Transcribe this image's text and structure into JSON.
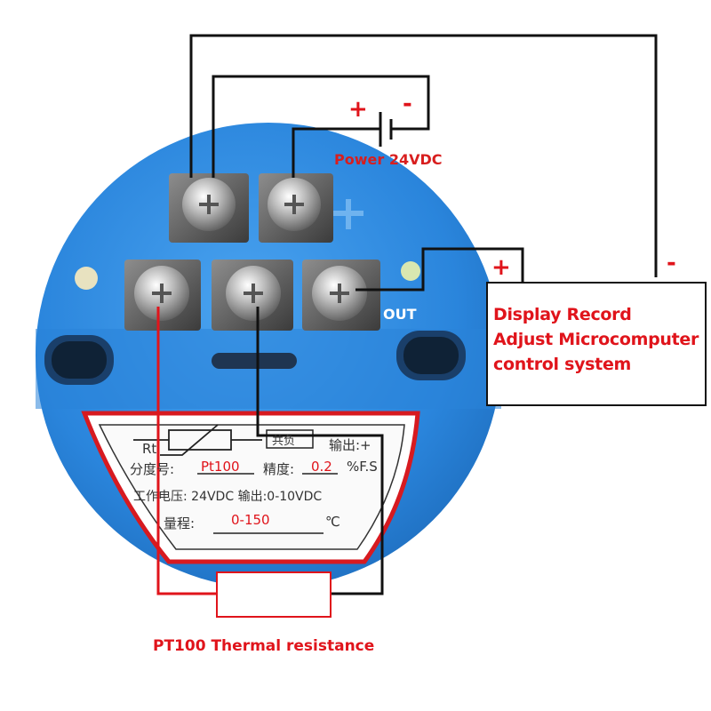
{
  "power_label": "Power 24VDC",
  "power_plus": "+",
  "power_minus": "-",
  "system_plus": "+",
  "system_minus": "-",
  "out_label": "OUT",
  "system_box": {
    "lines": [
      "Display Record",
      "Adjust Microcomputer",
      "control system"
    ]
  },
  "sensor_label": "PT100 Thermal resistance",
  "nameplate": {
    "rt": "Rt",
    "common": "共负",
    "output_mark": "输出:+",
    "grad_label": "分度号:",
    "grad_value": "Pt100",
    "accuracy_label": "精度:",
    "accuracy_value": "0.2",
    "accuracy_unit": "%F.S",
    "work_voltage": "工作电压: 24VDC 输出:0-10VDC",
    "range_label": "量程:",
    "range_value": "0-150",
    "range_unit": "℃"
  },
  "colors": {
    "device_blue": "#2f8be0",
    "wire_black": "#111111",
    "wire_red": "#e0141b",
    "label_red": "#e0141b"
  }
}
